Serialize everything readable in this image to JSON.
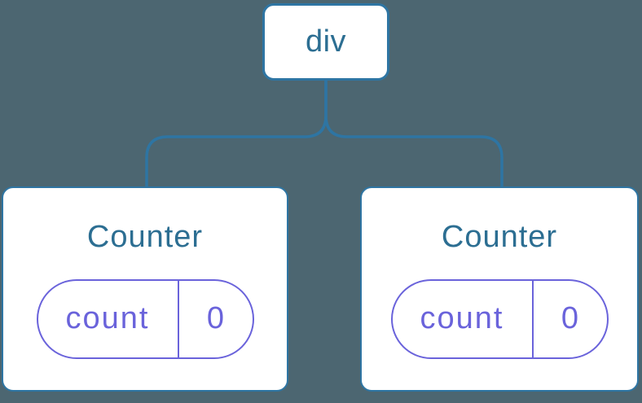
{
  "diagram": {
    "type": "component-tree",
    "colors": {
      "background": "#4C6671",
      "tree_line": "#2E75A3",
      "node_fill": "#FFFFFF",
      "node_label": "#2C6E92",
      "state_accent": "#6A63DB"
    },
    "root": {
      "label": "div"
    },
    "children": [
      {
        "title": "Counter",
        "state": {
          "key": "count",
          "value": "0"
        }
      },
      {
        "title": "Counter",
        "state": {
          "key": "count",
          "value": "0"
        }
      }
    ]
  }
}
